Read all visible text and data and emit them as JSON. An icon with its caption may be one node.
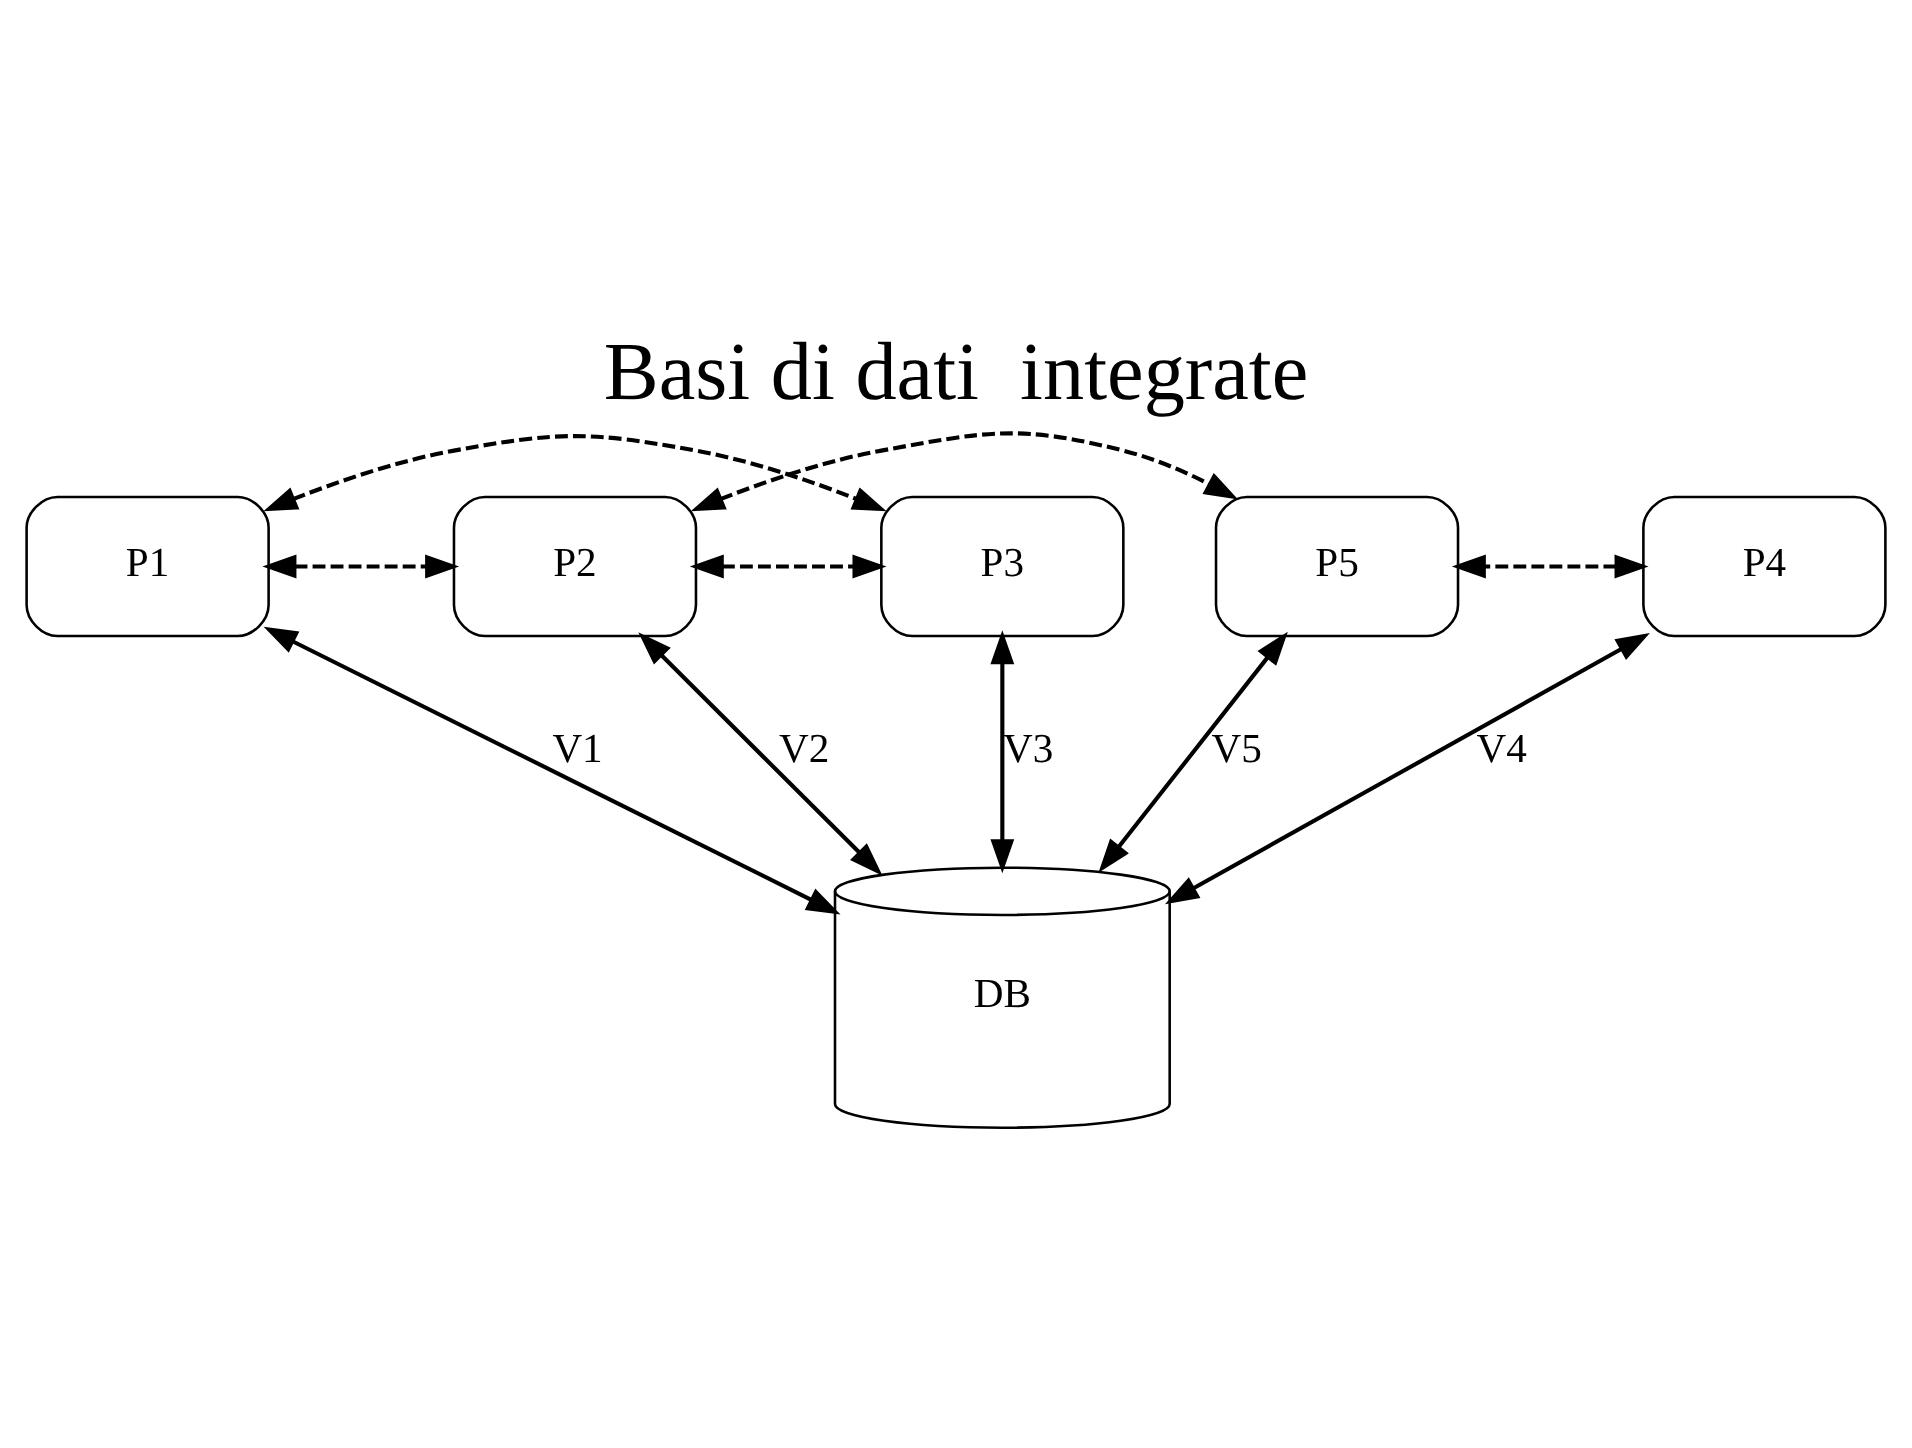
{
  "diagram": {
    "title": "Basi di dati  integrate",
    "nodes": [
      {
        "text": [
          "P1"
        ]
      },
      {
        "text": [
          "P2"
        ]
      },
      {
        "text": [
          "P3"
        ]
      },
      {
        "text": [
          "P4"
        ]
      },
      {
        "text": [
          "P5"
        ]
      },
      {
        "text": [
          "DB"
        ]
      }
    ],
    "edges": [
      {
        "from": 0,
        "to": 2,
        "arrow": "both",
        "style": "dashed"
      },
      {
        "from": 0,
        "to": 1,
        "arrow": "both",
        "style": "dashed"
      },
      {
        "from": 1,
        "to": 4,
        "arrow": "both",
        "style": "dashed"
      },
      {
        "from": 1,
        "to": 2,
        "arrow": "both",
        "style": "dashed"
      },
      {
        "from": 3,
        "to": 4,
        "arrow": "both",
        "style": "dashed"
      },
      {
        "from": 0,
        "to": 5,
        "arrow": "both",
        "label": "V1"
      },
      {
        "from": 1,
        "to": 5,
        "arrow": "both",
        "label": "V2"
      },
      {
        "from": 2,
        "to": 5,
        "arrow": "both",
        "label": "V3"
      },
      {
        "from": 3,
        "to": 5,
        "arrow": "both",
        "label": "V4"
      },
      {
        "from": 4,
        "to": 5,
        "arrow": "both",
        "label": "V5"
      }
    ]
  }
}
